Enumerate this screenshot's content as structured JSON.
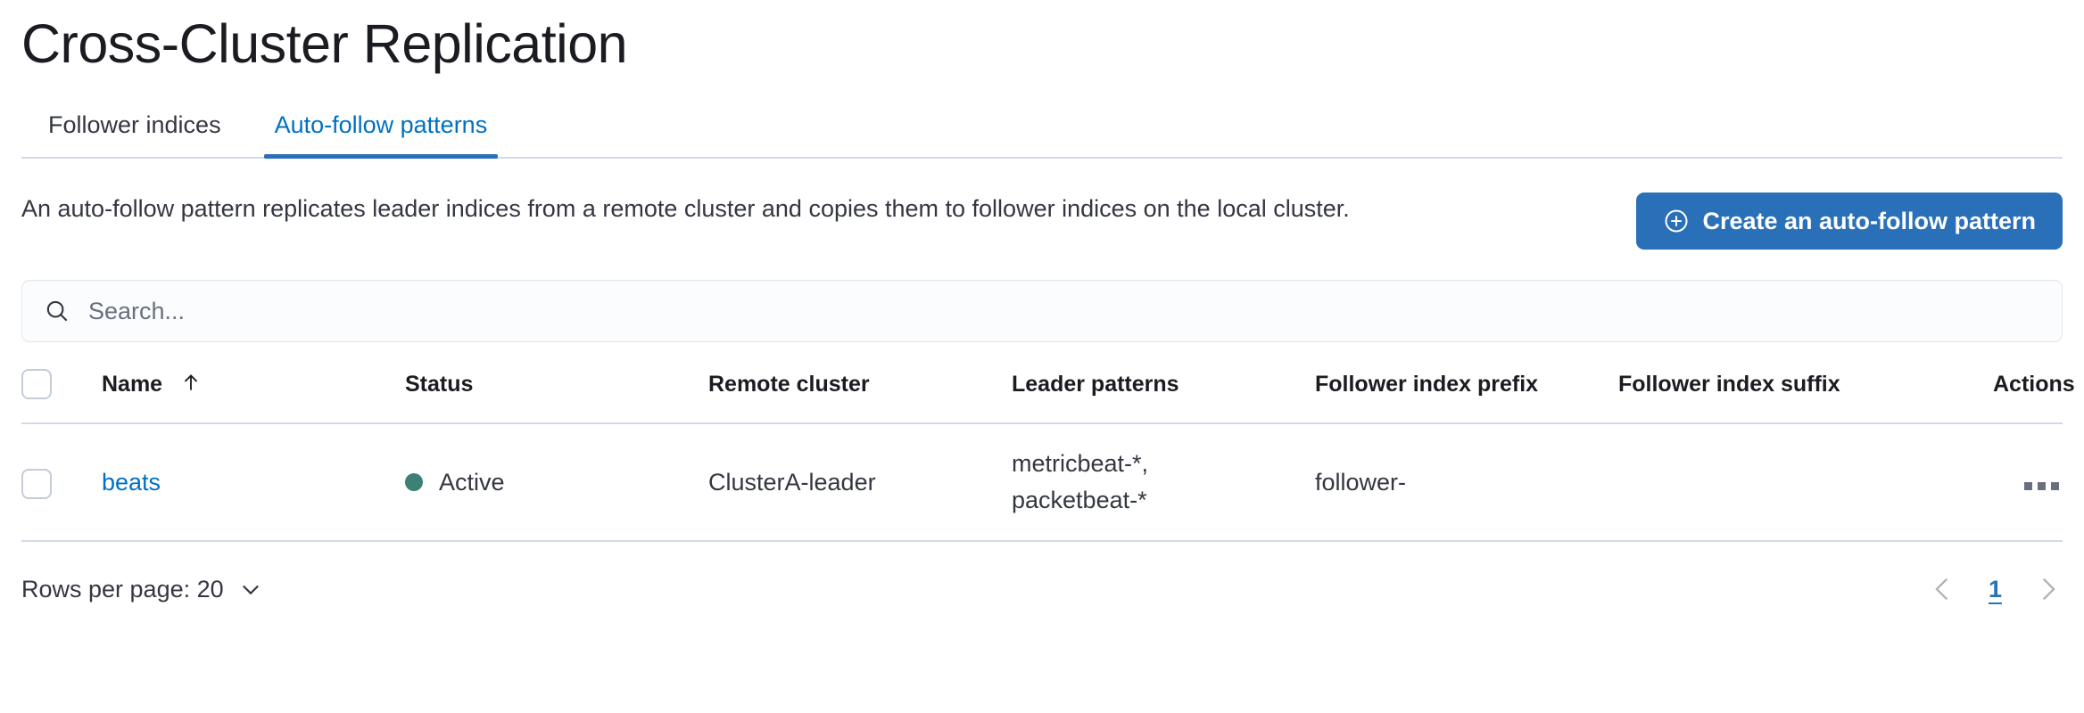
{
  "page": {
    "title": "Cross-Cluster Replication"
  },
  "tabs": [
    {
      "label": "Follower indices",
      "active": false
    },
    {
      "label": "Auto-follow patterns",
      "active": true
    }
  ],
  "intro": {
    "description": "An auto-follow pattern replicates leader indices from a remote cluster and copies them to follower indices on the local cluster.",
    "cta_label": "Create an auto-follow pattern",
    "cta_icon": "plus-in-circle-icon",
    "cta_color": "#2a70b8"
  },
  "search": {
    "placeholder": "Search...",
    "value": "",
    "icon": "search-icon"
  },
  "table": {
    "columns": [
      {
        "key": "name",
        "label": "Name",
        "sorted": "asc"
      },
      {
        "key": "status",
        "label": "Status"
      },
      {
        "key": "remote",
        "label": "Remote cluster"
      },
      {
        "key": "leader",
        "label": "Leader patterns"
      },
      {
        "key": "prefix",
        "label": "Follower index prefix"
      },
      {
        "key": "suffix",
        "label": "Follower index suffix"
      },
      {
        "key": "actions",
        "label": "Actions"
      }
    ],
    "rows": [
      {
        "name": "beats",
        "status": "Active",
        "status_color": "#3c8174",
        "remote": "ClusterA-leader",
        "leader": "metricbeat-*,\npacketbeat-*",
        "prefix": "follower-",
        "suffix": "",
        "actions_icon": "more-horizontal-icon"
      }
    ]
  },
  "footer": {
    "rows_per_page_label": "Rows per page: 20",
    "rows_per_page_icon": "chevron-down-icon",
    "prev_icon": "chevron-left-icon",
    "next_icon": "chevron-right-icon",
    "current_page": "1",
    "page_link_color": "#2a70b8"
  }
}
